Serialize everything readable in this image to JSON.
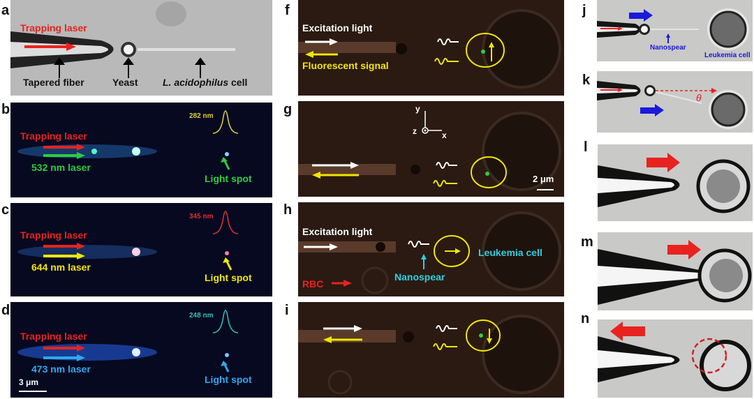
{
  "panels": {
    "a": {
      "letter": "a",
      "trapping": "Trapping laser",
      "fiber": "Tapered fiber",
      "yeast": "Yeast",
      "cell_italic": "L. acidophilus",
      "cell": " cell"
    },
    "b": {
      "letter": "b",
      "trapping": "Trapping laser",
      "laser": "532 nm laser",
      "spot": "Light spot",
      "fwhm": "282 nm"
    },
    "c": {
      "letter": "c",
      "trapping": "Trapping laser",
      "laser": "644 nm laser",
      "spot": "Light spot",
      "fwhm": "345 nm"
    },
    "d": {
      "letter": "d",
      "trapping": "Trapping laser",
      "laser": "473 nm laser",
      "spot": "Light spot",
      "fwhm": "248 nm",
      "scale": "3 μm"
    },
    "f": {
      "letter": "f",
      "excitation": "Excitation light",
      "fluor": "Fluorescent signal"
    },
    "g": {
      "letter": "g",
      "axis_y": "y",
      "axis_z": "z",
      "axis_x": "x",
      "scale": "2 μm"
    },
    "h": {
      "letter": "h",
      "excitation": "Excitation light",
      "rbc": "RBC",
      "nanospear": "Nanospear",
      "leukemia": "Leukemia cell"
    },
    "i": {
      "letter": "i"
    },
    "j": {
      "letter": "j",
      "nanospear": "Nanospear",
      "leukemia": "Leukemia cell"
    },
    "k": {
      "letter": "k",
      "theta": "θ"
    },
    "l": {
      "letter": "l"
    },
    "m": {
      "letter": "m"
    },
    "n": {
      "letter": "n"
    }
  },
  "colors": {
    "red": "#e8231f",
    "green": "#2ecc40",
    "yellow": "#f2e600",
    "cyan": "#2fd0e0",
    "blue": "#1a1adb",
    "white": "#ffffff"
  }
}
